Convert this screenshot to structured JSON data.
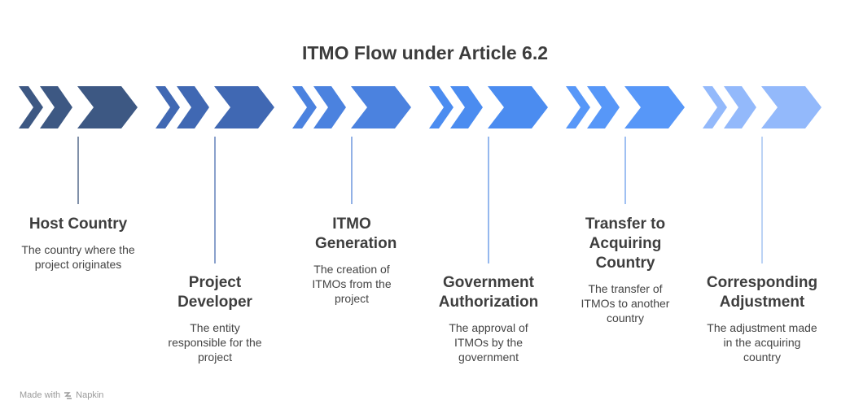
{
  "title": "ITMO Flow under Article 6.2",
  "steps": [
    {
      "title": "Host Country",
      "desc": "The country where the project originates",
      "color": "#3d5883",
      "line": "#7f8fa8"
    },
    {
      "title": "Project Developer",
      "desc": "The entity responsible for the project",
      "color": "#4068b3",
      "line": "#8aa1cc"
    },
    {
      "title": "ITMO Generation",
      "desc": "The creation of ITMOs from the project",
      "color": "#4b82df",
      "line": "#92b1e6"
    },
    {
      "title": "Government Authorization",
      "desc": "The approval of ITMOs by the government",
      "color": "#4b8cf0",
      "line": "#95b8ee"
    },
    {
      "title": "Transfer to Acquiring Country",
      "desc": "The transfer of ITMOs to another country",
      "color": "#5797f8",
      "line": "#9fc0f2"
    },
    {
      "title": "Corresponding Adjustment",
      "desc": "The adjustment made in the acquiring country",
      "color": "#93b9fb",
      "line": "#bcd3f5"
    }
  ],
  "footer": {
    "prefix": "Made with",
    "brand": "Napkin"
  }
}
